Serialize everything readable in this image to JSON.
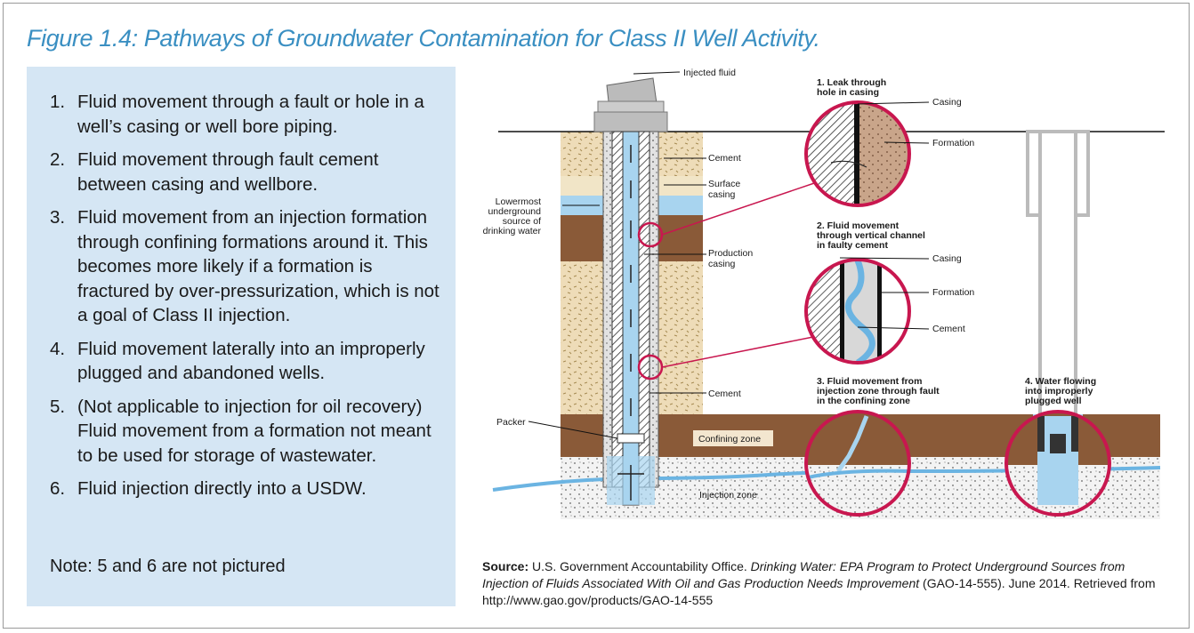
{
  "title": "Figure 1.4: Pathways of Groundwater Contamination for Class II Well Activity.",
  "list": [
    {
      "num": "1.",
      "text": "Fluid movement through a fault or hole in a well’s casing or well bore piping."
    },
    {
      "num": "2.",
      "text": "Fluid movement through fault cement between casing and wellbore."
    },
    {
      "num": "3.",
      "text": "Fluid movement from an injection formation through confining formations around it. This becomes more likely if a formation is fractured by over-pressurization, which is not a goal of Class II injection."
    },
    {
      "num": "4.",
      "text": "Fluid movement laterally into an improperly plugged and abandoned wells."
    },
    {
      "num": "5.",
      "text": "(Not applicable to injection for oil recovery) Fluid movement from a formation not meant to be used for storage of wastewater."
    },
    {
      "num": "6.",
      "text": "Fluid injection directly into a USDW."
    }
  ],
  "note": "Note: 5 and 6 are not pictured",
  "diagram": {
    "injected_fluid": "Injected fluid",
    "cement_top": "Cement",
    "surface_casing_1": "Surface",
    "surface_casing_2": "casing",
    "usdw_1": "Lowermost",
    "usdw_2": "underground",
    "usdw_3": "source of",
    "usdw_4": "drinking water",
    "production_casing_1": "Production",
    "production_casing_2": "casing",
    "cement_bottom": "Cement",
    "packer": "Packer",
    "confining_zone": "Confining zone",
    "injection_zone": "Injection zone",
    "c1_title_1": "1. Leak through",
    "c1_title_2": "hole in casing",
    "c1_casing": "Casing",
    "c1_formation": "Formation",
    "c2_title_1": "2. Fluid movement",
    "c2_title_2": "through vertical channel",
    "c2_title_3": "in faulty cement",
    "c2_casing": "Casing",
    "c2_formation": "Formation",
    "c2_cement": "Cement",
    "c3_title_1": "3. Fluid movement from",
    "c3_title_2": "injection zone through fault",
    "c3_title_3": "in the confining zone",
    "c4_title_1": "4. Water flowing",
    "c4_title_2": "into improperly",
    "c4_title_3": "plugged well"
  },
  "source": {
    "label": "Source:",
    "org": " U.S. Government Accountability Office. ",
    "pub": "Drinking Water: EPA Program to Protect Underground Sources from Injection of Fluids Associated With Oil and Gas Production Needs Improvement",
    "rest": " (GAO-14-555). June 2014. Retrieved from http://www.gao.gov/products/GAO-14-555"
  },
  "colors": {
    "title": "#3a8fc2",
    "panel": "#d5e6f4",
    "circle": "#c8174f",
    "water": "#a8d4ef",
    "confining": "#8a5a38",
    "sand": "#eedcb8"
  }
}
